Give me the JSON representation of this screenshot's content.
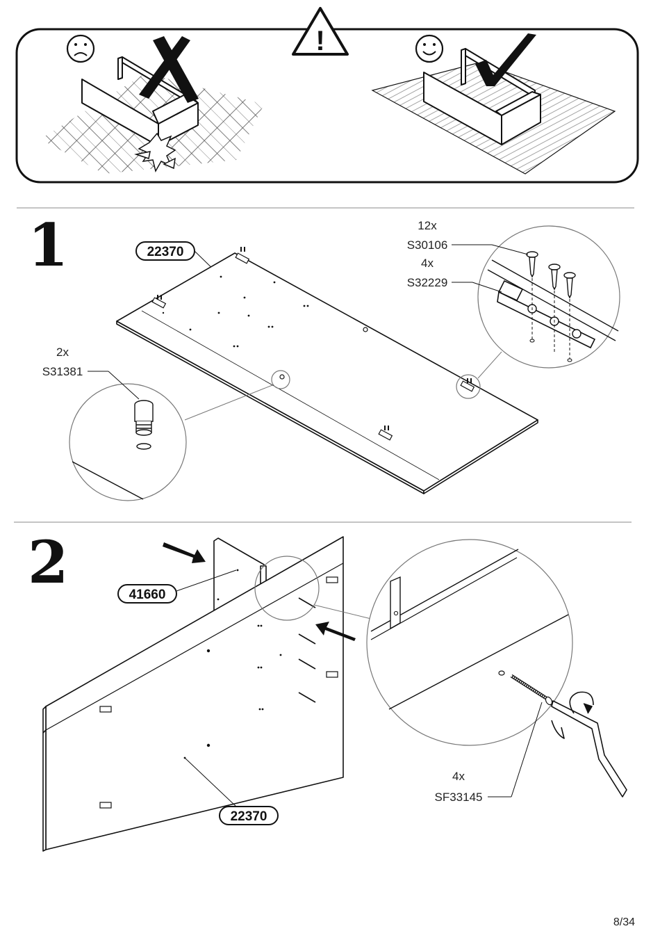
{
  "warning": {
    "bad_face": "☹",
    "good_face": "☺",
    "alert_mark": "!"
  },
  "step1": {
    "number": "1",
    "panel_part": "22370",
    "screw_qty": "12x",
    "screw_part": "S30106",
    "bracket_qty": "4x",
    "bracket_part": "S32229",
    "cam_qty": "2x",
    "cam_part": "S31381"
  },
  "step2": {
    "number": "2",
    "side_part": "41660",
    "panel_part": "22370",
    "bolt_qty": "4x",
    "bolt_part": "SF33145"
  },
  "page_number": "8/34"
}
